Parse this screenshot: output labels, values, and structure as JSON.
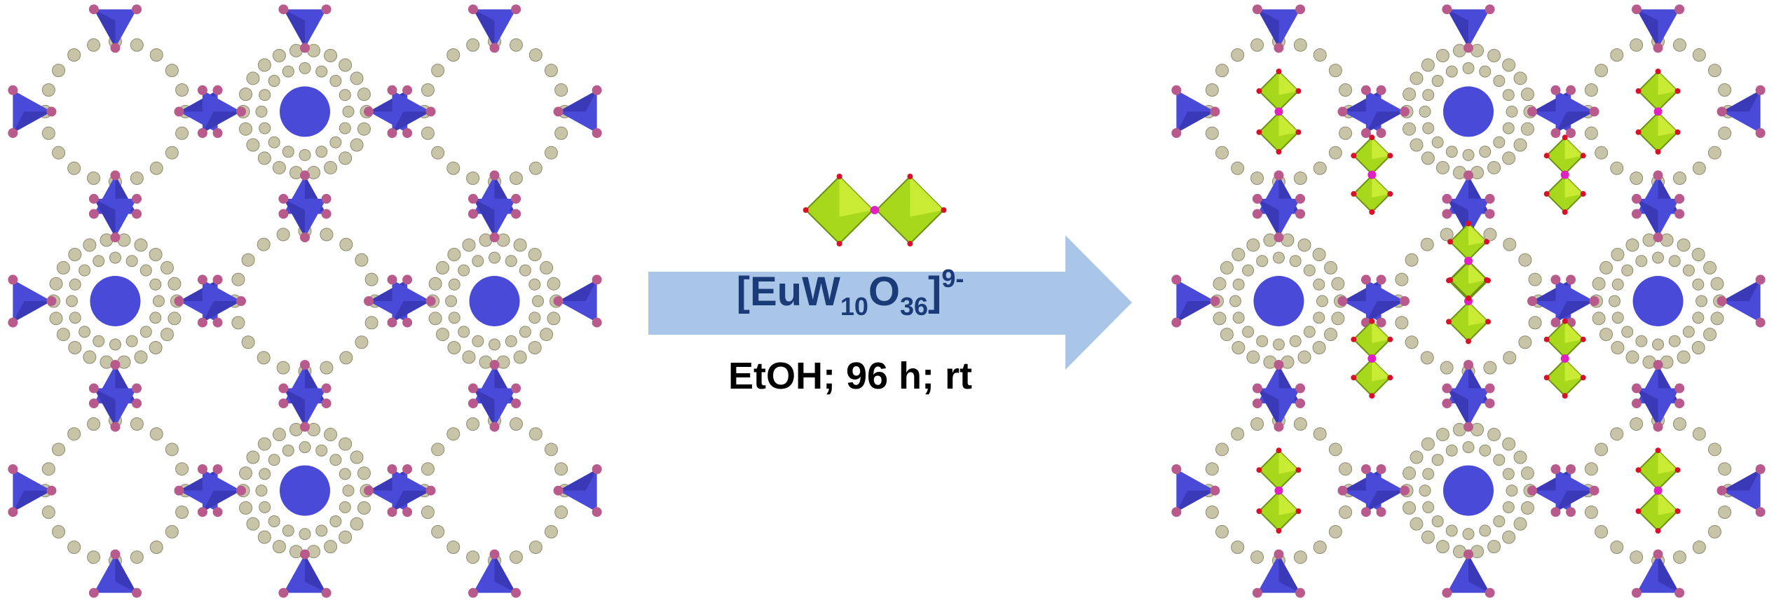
{
  "reaction": {
    "reagent": {
      "bracket_open": "[",
      "element_1": "EuW",
      "subscript_1": "10",
      "element_2": "O",
      "subscript_2": "36",
      "bracket_close": "]",
      "charge": "9-"
    },
    "conditions": "EtOH; 96 h; rt"
  },
  "colors": {
    "tetrahedron": "#4a4ad8",
    "tetrahedron_dark": "#2e2e9e",
    "carbon_ball": "#c8c4a8",
    "oxygen_ball": "#b85a8c",
    "pom_polyhedron": "#a8d81c",
    "eu_center": "#e020c0",
    "arrow": "#a9c6e8",
    "reagent_text": "#1a3a78"
  },
  "icons": [
    "mof-framework-empty",
    "mof-framework-loaded",
    "polyoxometalate-cluster",
    "reaction-arrow"
  ]
}
